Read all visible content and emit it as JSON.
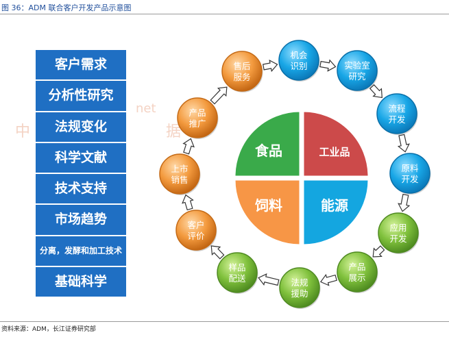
{
  "title": "图 36：ADM 联合客户开发产品示意图",
  "source": "资料来源：ADM，长江证券研究部",
  "watermark": {
    "line1": "net",
    "line2": "中　　　网　设　　　据"
  },
  "needs": [
    "客户需求",
    "分析性研究",
    "法规变化",
    "科学文献",
    "技术支持",
    "市场趋势",
    "分离，发酵和加工技术",
    "基础科学"
  ],
  "quadrants": [
    {
      "label": "食品",
      "color": "#3aaa4a"
    },
    {
      "label": "工业品",
      "color": "#cc4a4a"
    },
    {
      "label": "饲料",
      "color": "#f79646"
    },
    {
      "label": "能源",
      "color": "#14a6e0"
    }
  ],
  "steps": [
    {
      "line1": "机会",
      "line2": "识别",
      "color": "blue"
    },
    {
      "line1": "实验室",
      "line2": "研究",
      "color": "blue"
    },
    {
      "line1": "流程",
      "line2": "开发",
      "color": "blue"
    },
    {
      "line1": "原料",
      "line2": "开发",
      "color": "blue"
    },
    {
      "line1": "应用",
      "line2": "开发",
      "color": "green"
    },
    {
      "line1": "产品",
      "line2": "展示",
      "color": "green"
    },
    {
      "line1": "法规",
      "line2": "援助",
      "color": "green"
    },
    {
      "line1": "样品",
      "line2": "配送",
      "color": "green"
    },
    {
      "line1": "客户",
      "line2": "评价",
      "color": "orange"
    },
    {
      "line1": "上市",
      "line2": "销售",
      "color": "orange"
    },
    {
      "line1": "产品",
      "line2": "推广",
      "color": "orange"
    },
    {
      "line1": "售后",
      "line2": "服务",
      "color": "orange"
    }
  ],
  "palette": {
    "blue": {
      "fill": "#18a6e6",
      "edge": "#0a6fa8"
    },
    "green": {
      "fill": "#7fc03c",
      "edge": "#4f8a22"
    },
    "orange": {
      "fill": "#f39a3e",
      "edge": "#c46a16"
    }
  }
}
